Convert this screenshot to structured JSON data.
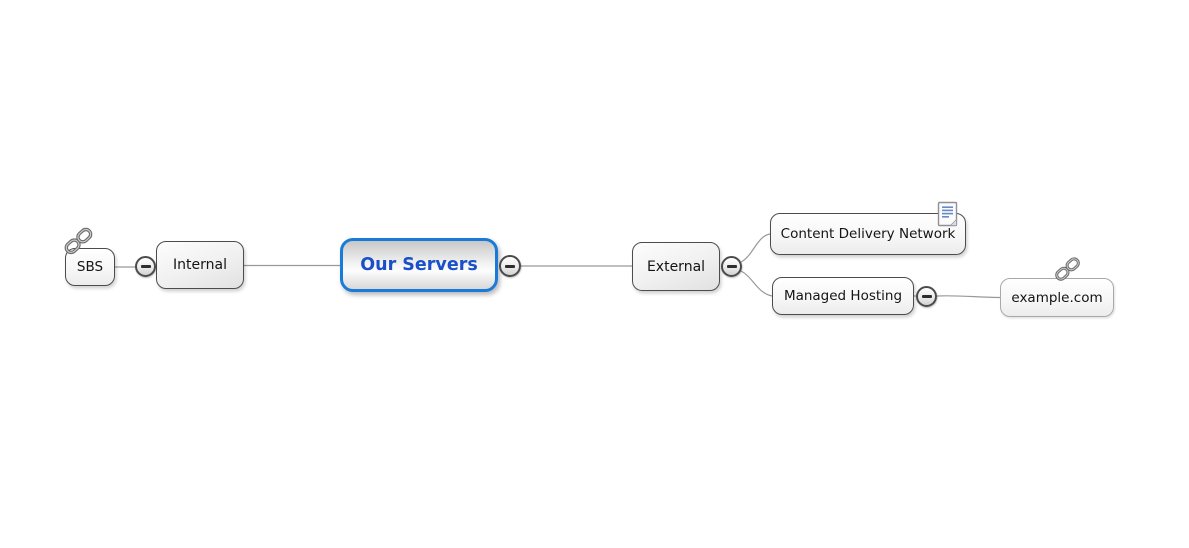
{
  "app": {
    "view": "mind-map-canvas"
  },
  "colors": {
    "root_border": "#1a7ad8",
    "root_text": "#1a4fc8",
    "connector": "#999999",
    "node_border_dark": "#4c4c4c",
    "node_border_light": "#a9a9a9",
    "note_lines": "#6688cc"
  },
  "mindmap": {
    "root": {
      "label": "Our Servers",
      "collapse_toggle": "minus"
    },
    "nodes": [
      {
        "id": "internal",
        "label": "Internal",
        "collapse_toggle": "minus"
      },
      {
        "id": "sbs",
        "label": "SBS",
        "icon": "link-icon"
      },
      {
        "id": "external",
        "label": "External",
        "collapse_toggle": "minus"
      },
      {
        "id": "cdn",
        "label": "Content Delivery Network",
        "icon": "notes-icon"
      },
      {
        "id": "managed-hosting",
        "label": "Managed Hosting",
        "collapse_toggle": "minus"
      },
      {
        "id": "example",
        "label": "example.com",
        "icon": "link-icon"
      }
    ]
  }
}
